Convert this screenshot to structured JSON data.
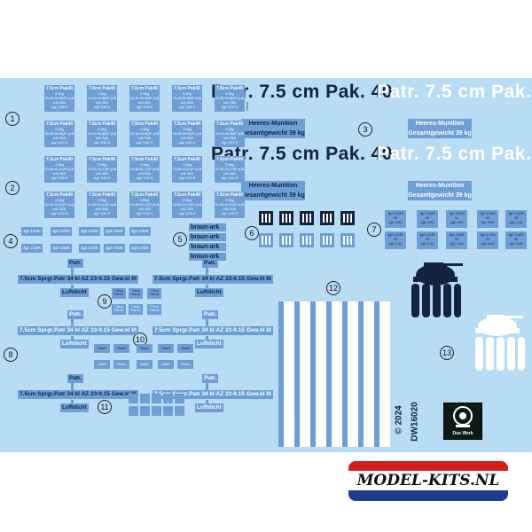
{
  "sheet": {
    "item_numbers": [
      "1",
      "2",
      "3",
      "4",
      "5",
      "6",
      "7",
      "8",
      "9",
      "10",
      "11",
      "12",
      "13"
    ],
    "copyright": "© 2024",
    "product_code": "DW16020",
    "brand_text": "Dus Werk"
  },
  "set1": {
    "tile_title": "7.5cm Pak40",
    "tile_lines": [
      "2,5kg",
      "Gr.38 HL/B(Fl.)L/8",
      "nAl 26A",
      "Jg2 1/42 K"
    ]
  },
  "set2": {
    "tile_title": "7.5cm Pak40",
    "tile_lines": [
      "2,5kg",
      "Gr.38 HL/C(Fl.)L/8",
      "nAl 26A",
      "Jg2 1/42 K"
    ]
  },
  "set3": {
    "title": "Patr. 7.5 cm  Pak. 40",
    "line1": "Heeres-Munition",
    "line2": "Gesamtgewicht 39 kg"
  },
  "set4": {
    "tag_text": "Jg2 1/42K"
  },
  "set5": {
    "label": "braun-ark"
  },
  "set7": {
    "line1": "Jg2 1/42K",
    "line2": "42",
    "line3": "Jg2 1/42"
  },
  "set8": {
    "patr": "Patr.",
    "row": "7.5cm  Sprgr.Patr 34 kl AZ 23-0.15 Gew.kl III",
    "luftdicht": "Luftdicht"
  },
  "set9": {
    "a": "7.5cm",
    "b": "Pak 40"
  },
  "set10": {
    "mark": "Nebel"
  },
  "logo": {
    "text": "MODEL-KITS.NL"
  }
}
